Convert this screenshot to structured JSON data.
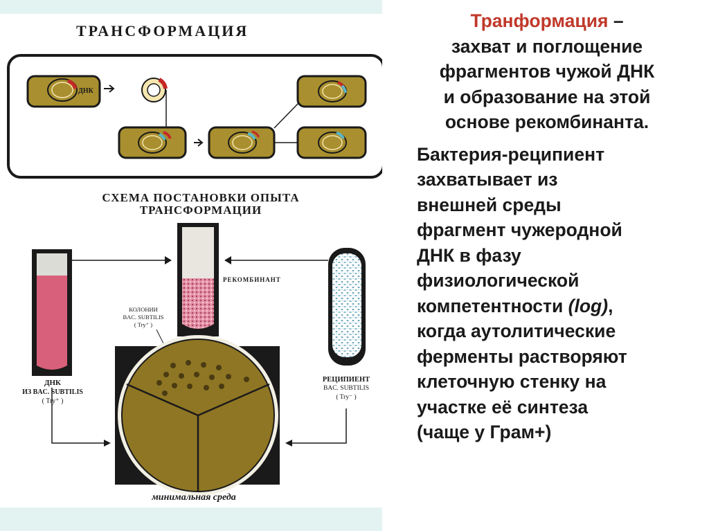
{
  "slide": {
    "definition": {
      "term": "Транформация",
      "dash": " –",
      "lines": [
        "захват и поглощение",
        "фрагментов чужой ДНК",
        "и образование на этой",
        "основе рекомбинанта."
      ]
    },
    "description": {
      "lines": [
        "Бактерия-реципиент",
        "захватывает из",
        "внешней среды",
        "фрагмент чужеродной",
        "ДНК в фазу",
        "физиологической"
      ],
      "competence_prefix": "компетентности ",
      "competence_italic": "(log)",
      "competence_suffix": ",",
      "lines_after": [
        "когда аутолитические",
        "ферменты растворяют",
        "клеточную стенку на",
        "участке её синтеза",
        "(чаще у Грам+)"
      ]
    }
  },
  "figure": {
    "title": "ТРАНСФОРМАЦИЯ",
    "dna_label": "ДНК",
    "subtitle_line1": "СХЕМА ПОСТАНОВКИ ОПЫТА",
    "subtitle_line2": "ТРАНСФОРМАЦИИ",
    "recombinant_label": "РЕКОМБИНАНТ",
    "colonies_line1": "КОЛОНИИ",
    "colonies_line2": "BAC. SUBTILIS",
    "colonies_line3": "( Try⁺ )",
    "donor_line1": "ДНК",
    "donor_line2": "ИЗ BAC. SUBTILIS",
    "donor_line3": "( Try⁺ )",
    "recipient_line1": "РЕЦИПИЕНТ",
    "recipient_line2": "BAC. SUBTILIS",
    "recipient_line3": "( Try⁻ )",
    "medium_label": "минимальная среда"
  },
  "colors": {
    "cell_fill": "#a98f2f",
    "donor_dna": "#c62828",
    "recipient_dna": "#5bb6c9",
    "liquid_pink": "#d9607a",
    "agar": "#8f7624",
    "colony": "#4a3b12",
    "term_red": "#c0392b"
  }
}
